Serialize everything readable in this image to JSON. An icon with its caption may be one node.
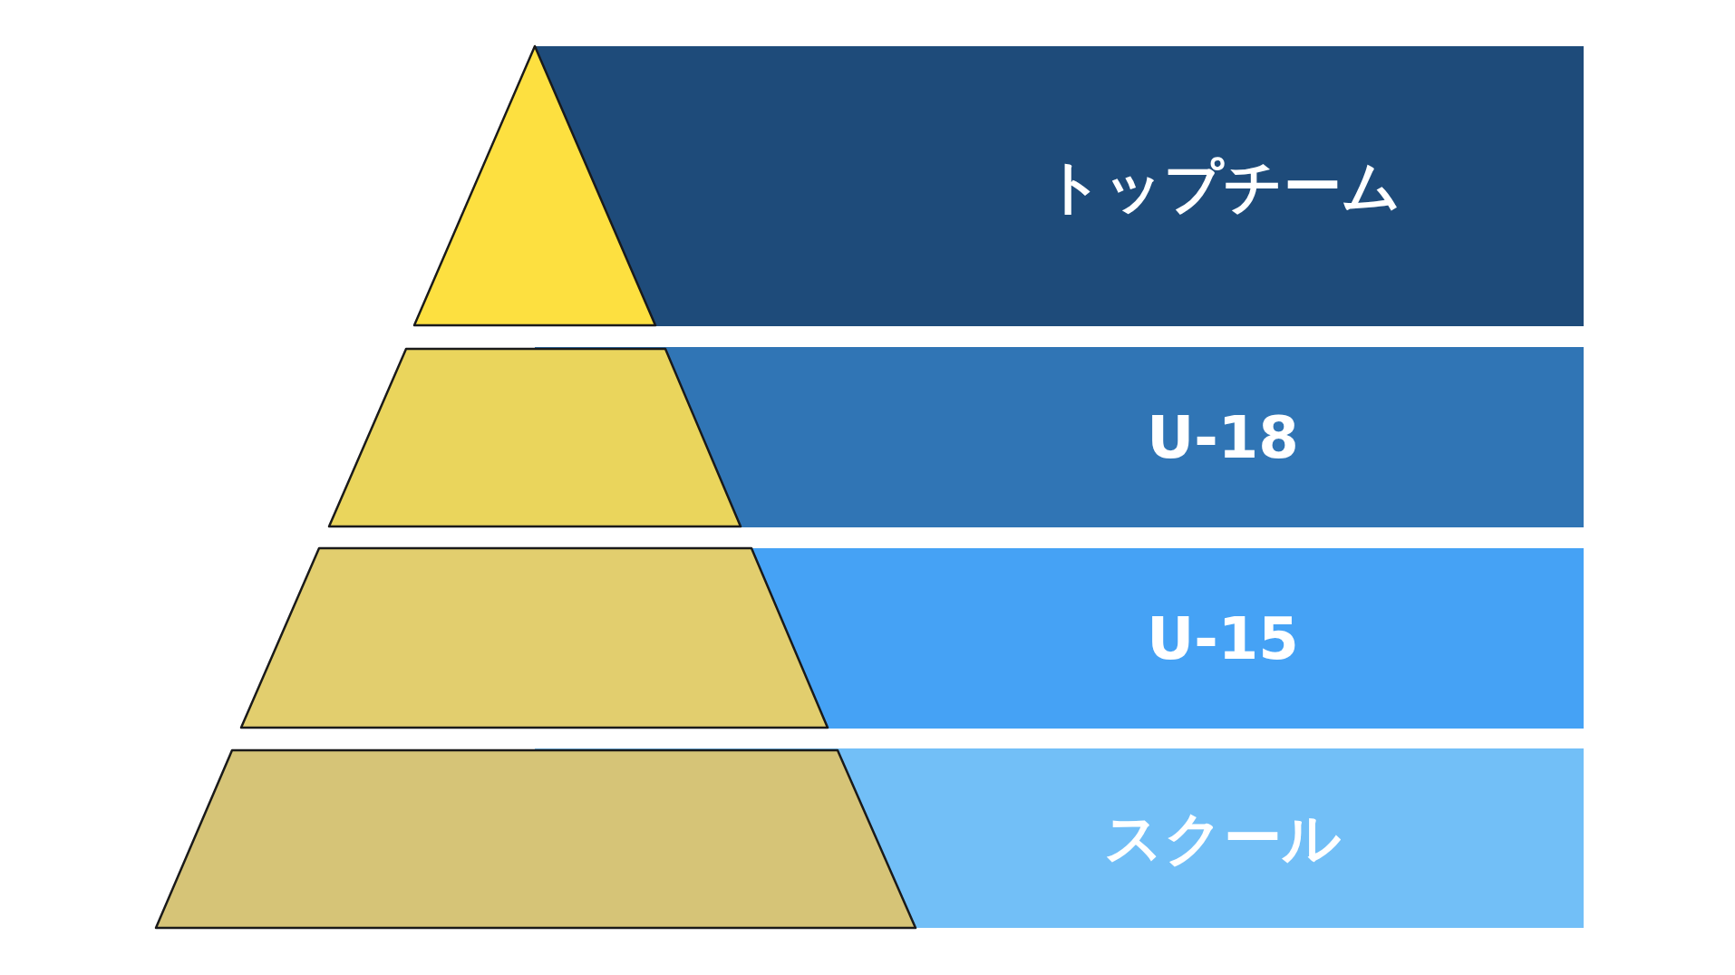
{
  "diagram": {
    "nodes": [
      {
        "text": [
          "トップチーム"
        ]
      },
      {
        "text": [
          "U-18"
        ]
      },
      {
        "text": [
          "U-15"
        ]
      },
      {
        "text": [
          "スクール"
        ]
      }
    ]
  }
}
